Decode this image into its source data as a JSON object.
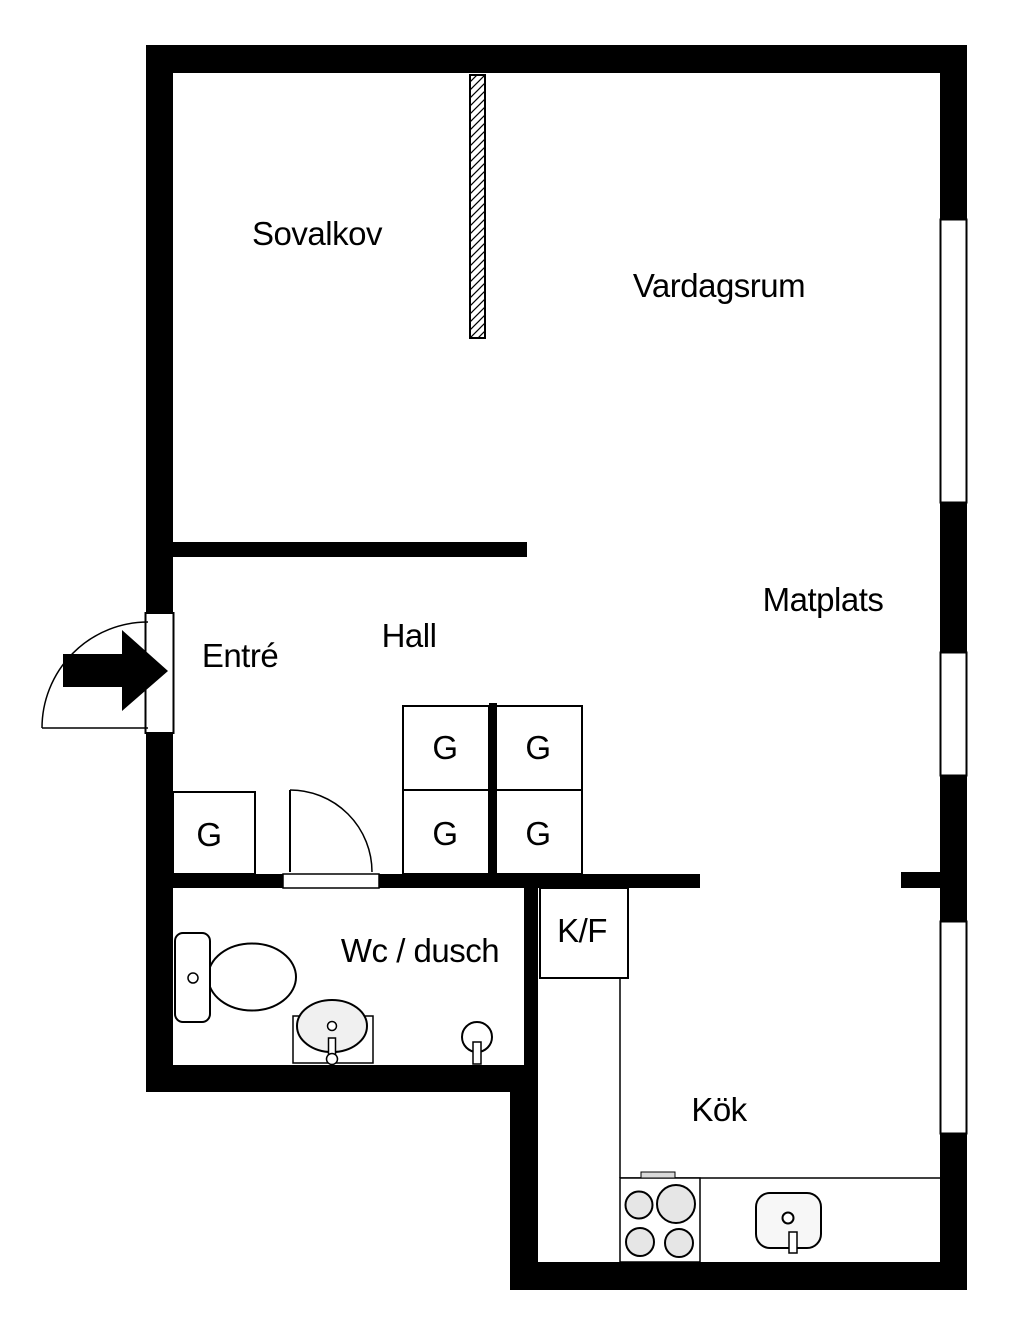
{
  "plan": {
    "kind": "apartment-floor-plan"
  },
  "colors": {
    "wall": "#000000",
    "background": "#ffffff",
    "line": "#000000",
    "burner_gray": "#e6e6e6",
    "basin_gray": "#f0f0f0",
    "sink_gray": "#f7f7f7",
    "handle_gray": "#d9d9d9",
    "arrow": "#000000"
  },
  "rooms": {
    "sovalkov": {
      "label": "Sovalkov"
    },
    "vardagsrum": {
      "label": "Vardagsrum"
    },
    "matplats": {
      "label": "Matplats"
    },
    "hall": {
      "label": "Hall"
    },
    "entre": {
      "label": "Entré"
    },
    "wc_dusch": {
      "label": "Wc / dusch"
    },
    "kok": {
      "label": "Kök"
    }
  },
  "labels": {
    "wardrobe": "G",
    "fridge_freezer": "K/F"
  }
}
